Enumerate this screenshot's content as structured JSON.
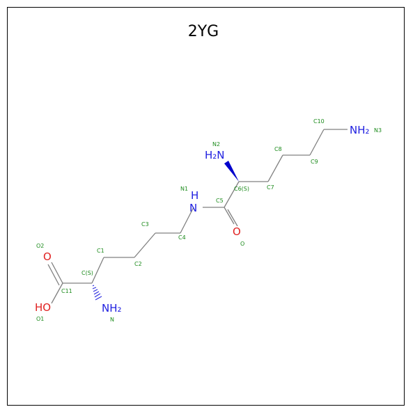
{
  "title": "2YG",
  "colors": {
    "bond": "#808080",
    "carbon_label": "#1a8a1a",
    "nitrogen": "#2020e0",
    "oxygen": "#e02020",
    "frame": "#000000"
  },
  "atoms": {
    "amine_n2": "H₂N",
    "amine_n3": "NH₂",
    "amide_nh": "H",
    "amide_n": "N",
    "amide_o": "O",
    "acid_o": "O",
    "acid_oh": "HO",
    "amine_n": "NH₂"
  },
  "labels": {
    "c10": "C10",
    "n3": "N3",
    "n2": "N2",
    "c8": "C8",
    "c9": "C9",
    "c6s": "C6(S)",
    "c7": "C7",
    "n1": "N1",
    "c5": "C5",
    "o": "O",
    "c3": "C3",
    "c4": "C4",
    "o2": "O2",
    "c1": "C1",
    "c2": "C2",
    "cs": "C(S)",
    "c11": "C11",
    "o1": "O1",
    "n": "N"
  }
}
